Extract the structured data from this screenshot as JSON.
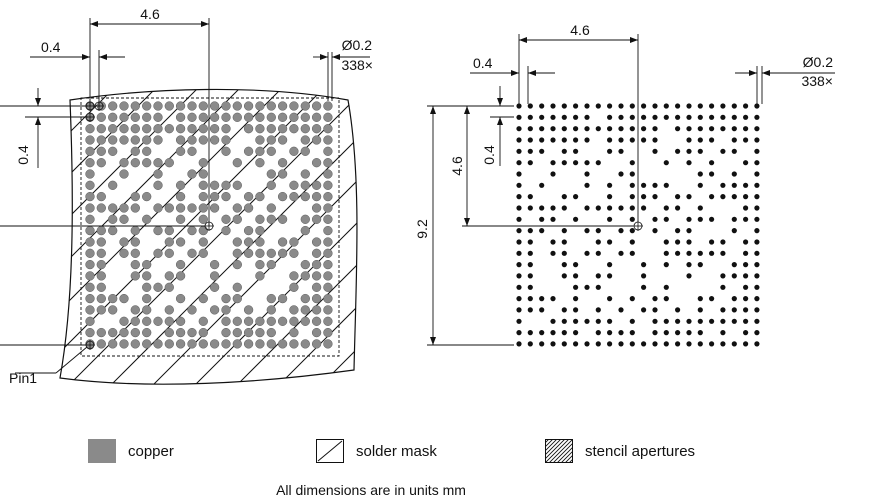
{
  "left_view": {
    "dim_pitch_top": "4.6",
    "dim_pitch_small": "0.4",
    "dim_diameter": "Ø0.2",
    "dim_count": "338×",
    "dim_vertical_small": "0.4",
    "pin_label": "Pin1"
  },
  "right_view": {
    "dim_pitch_top": "4.6",
    "dim_pitch_small": "0.4",
    "dim_diameter": "Ø0.2",
    "dim_count": "338×",
    "dim_vertical_half": "4.6",
    "dim_vertical_small": "0.4",
    "dim_vertical_full": "9.2"
  },
  "legend": {
    "items": [
      {
        "label": "copper",
        "swatch": "solid",
        "color": "#8a8a8a"
      },
      {
        "label": "solder mask",
        "swatch": "single-diagonal",
        "color": "#111111"
      },
      {
        "label": "stencil apertures",
        "swatch": "dense-hatch",
        "color": "#111111"
      }
    ]
  },
  "footer": "All dimensions are in units mm",
  "colors": {
    "copper": "#8a8a8a",
    "ink": "#111111",
    "stencil_dot": "#111111"
  }
}
